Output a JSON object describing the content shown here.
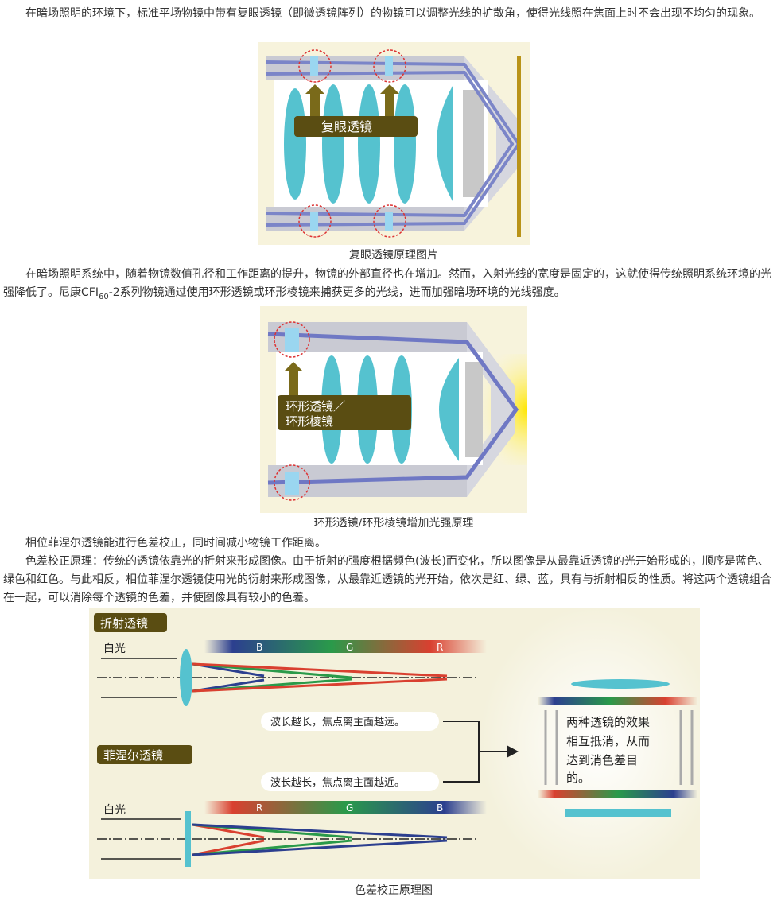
{
  "paragraphs": [
    "在暗场照明的环境下，标准平场物镜中带有复眼透镜（即微透镜阵列）的物镜可以调整光线的扩散角，使得光线照在焦面上时不会出现不均匀的现象。",
    "在暗场照明系统中，随着物镜数值孔径和工作距离的提升，物镜的外部直径也在增加。然而，入射光线的宽度是固定的，这就使得传统照明系统环境的光强降低了。尼康CFI",
    "60",
    "-2系列物镜通过使用环形透镜或环形棱镜来捕获更多的光线，进而加强暗场环境的光线强度。",
    "相位菲涅尔透镜能进行色差校正，同时间减小物镜工作距离。",
    "色差校正原理：传统的透镜依靠光的折射来形成图像。由于折射的强度根据频色(波长)而变化，所以图像是从最靠近透镜的光开始形成的，顺序是蓝色、绿色和红色。与此相反，相位菲涅尔透镜使用光的衍射来形成图像，从最靠近透镜的光开始，依次是红、绿、蓝，具有与折射相反的性质。将这两个透镜组合在一起，可以消除每个透镜的色差，并使图像具有较小的色差。"
  ],
  "figure1": {
    "label": "复眼透镜",
    "caption": "复眼透镜原理图片"
  },
  "figure2": {
    "label_line1": "环形透镜／",
    "label_line2": "环形棱镜",
    "caption": "环形透镜/环形棱镜增加光强原理"
  },
  "figure3": {
    "refractive_label": "折射透镜",
    "fresnel_label": "菲涅尔透镜",
    "white_light": "白光",
    "top_spectrum": [
      "B",
      "G",
      "R"
    ],
    "bottom_spectrum": [
      "R",
      "G",
      "B"
    ],
    "note_far": "波长越长，焦点离主面越远。",
    "note_near": "波长越长，焦点离主面越近。",
    "result_lines": [
      "两种透镜的效果",
      "相互抵消，从而",
      "达到消色差目",
      "的。"
    ],
    "caption": "色差校正原理图"
  }
}
